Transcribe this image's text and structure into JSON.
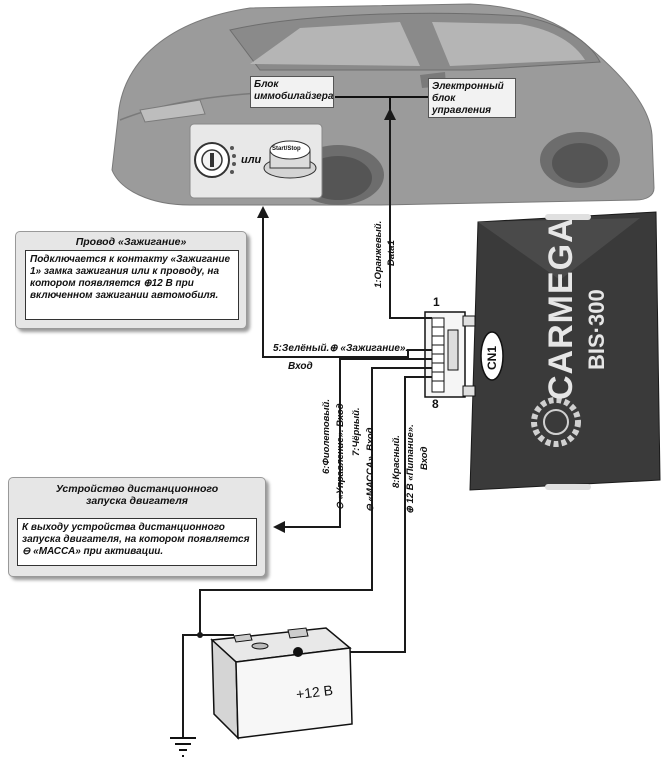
{
  "car": {
    "immobilizer_block": "Блок иммобилайзера",
    "ecu_block": "Электронный блок управления",
    "ignition_or": "или",
    "start_stop": "Start/Stop"
  },
  "device": {
    "brand": "CARMEGA",
    "model": "BIS·300",
    "connector": "CN1",
    "pin_first": "1",
    "pin_last": "8"
  },
  "ignition_note": {
    "title": "Провод «Зажигание»",
    "body": "Подключается к контакту «Зажигание 1» замка зажигания или к проводу, на котором появляется ⊕12 В при включенном зажигании автомобиля."
  },
  "remote_note": {
    "title": "Устройство дистанционного запуска двигателя",
    "body": "К выходу устройства дистанционного запуска двигателя, на котором появляется ⊖ «МАССА» при активации."
  },
  "wires": {
    "w1_color": "1:Оранжевый.",
    "w1_signal": "Data1",
    "w5_label": "5:Зелёный.⊕ «Зажигание».",
    "w5_dir": "Вход",
    "w6_color": "6:Фиолетовый.",
    "w6_signal": "⊖ «Управление». Вход",
    "w7_color": "7:Чёрный.",
    "w7_signal": "⊖ «МАССА». Вход",
    "w8_color": "8:Красный.",
    "w8_signal": "⊕ 12 В «Питание».",
    "w8_dir": "Вход"
  },
  "battery": {
    "voltage": "+12 В"
  },
  "colors": {
    "car_body": "#9b9b9b",
    "car_dark": "#6d6d6d",
    "device_body": "#3a3a3a",
    "wire": "#1a1a1a"
  }
}
